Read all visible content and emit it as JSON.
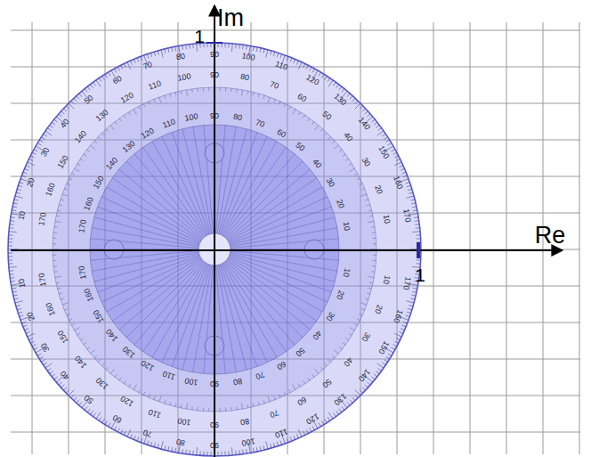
{
  "diagram": {
    "labels": [
      "Im",
      "Re",
      "1",
      "1",
      "10",
      "20",
      "30",
      "40",
      "50",
      "60",
      "70",
      "80",
      "90",
      "100",
      "110",
      "120",
      "130",
      "140",
      "150",
      "160",
      "170",
      "10",
      "20",
      "30",
      "40",
      "50",
      "60",
      "70",
      "80",
      "90",
      "100",
      "110",
      "120",
      "130",
      "140",
      "150",
      "160",
      "170",
      "10",
      "20",
      "30",
      "40",
      "50",
      "60",
      "70",
      "80",
      "90",
      "100",
      "110",
      "120",
      "130",
      "140",
      "150",
      "160",
      "170",
      "10",
      "20",
      "30",
      "40",
      "50",
      "60",
      "70",
      "80",
      "90",
      "100",
      "110",
      "120",
      "130",
      "140",
      "150",
      "160",
      "170",
      "10",
      "20",
      "30",
      "40",
      "50",
      "60",
      "70",
      "80",
      "90",
      "100",
      "110",
      "120",
      "130",
      "140",
      "150",
      "160",
      "170",
      "10",
      "20",
      "30",
      "40",
      "50",
      "60",
      "70",
      "80",
      "90",
      "100",
      "110",
      "120",
      "130",
      "140",
      "150",
      "160",
      "170"
    ]
  }
}
